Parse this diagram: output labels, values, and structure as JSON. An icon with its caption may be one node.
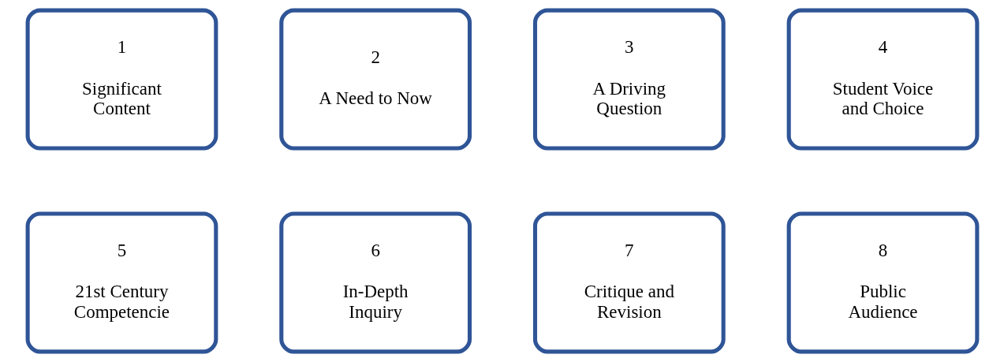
{
  "diagram": {
    "nodes": [
      {
        "text": [
          "1",
          "Significant Content"
        ]
      },
      {
        "text": [
          "2",
          "A Need to Now"
        ]
      },
      {
        "text": [
          "3",
          "A Driving Question"
        ]
      },
      {
        "text": [
          "4",
          "Student Voice and Choice"
        ]
      },
      {
        "text": [
          "5",
          "21st Century Competencie"
        ]
      },
      {
        "text": [
          "6",
          "In-Depth Inquiry"
        ]
      },
      {
        "text": [
          "7",
          "Critique and Revision"
        ]
      },
      {
        "text": [
          "8",
          "Public Audience"
        ]
      }
    ]
  }
}
